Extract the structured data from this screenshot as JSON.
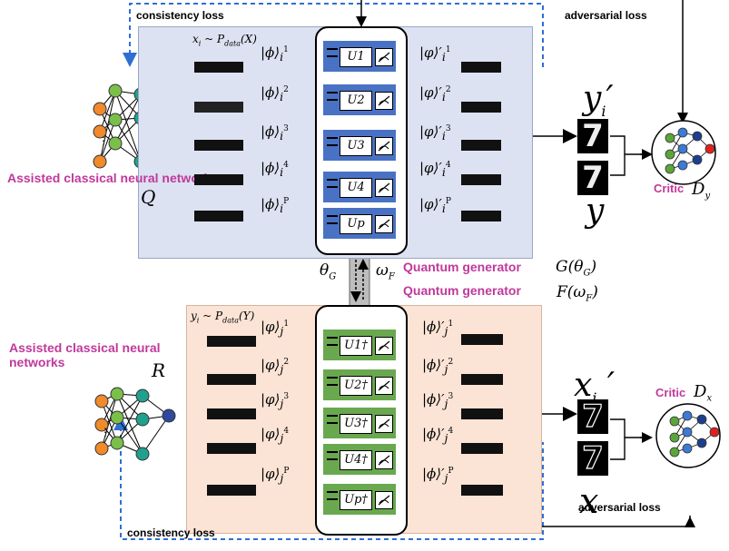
{
  "labels": {
    "consistency_loss": "consistency loss",
    "adversarial_loss": "adversarial loss",
    "assisted_networks": "Assisted classical neural networks",
    "quantum_generator": "Quantum generator",
    "critic": "Critic"
  },
  "top_branch": {
    "distribution": "x_i ~ P_data(X)",
    "inputs": [
      "1",
      "2",
      "3",
      "4",
      "P"
    ],
    "gates": [
      "U1",
      "U2",
      "U3",
      "U4",
      "Up"
    ],
    "output_symbol": "y_i'",
    "real_symbol": "y",
    "network_symbol": "Q",
    "critic_symbol": "D_y",
    "generator": "G(θ_G)"
  },
  "bottom_branch": {
    "distribution": "y_i ~ P_data(Y)",
    "inputs": [
      "1",
      "2",
      "3",
      "4",
      "P"
    ],
    "gates": [
      "U1†",
      "U2†",
      "U3†",
      "U4†",
      "Up†"
    ],
    "output_symbol": "x_i'",
    "real_symbol": "x",
    "network_symbol": "R",
    "critic_symbol": "D_x",
    "generator": "F(ω_F)"
  },
  "params": {
    "theta": "θ_G",
    "omega": "ω_F"
  },
  "colors": {
    "top_panel": "#dce2f1",
    "bottom_panel": "#fbe4d6",
    "gate_top": "#4a72c4",
    "gate_bottom": "#6aa84f",
    "label_accent": "#c0399b",
    "dashed": "#2e6fd1"
  }
}
